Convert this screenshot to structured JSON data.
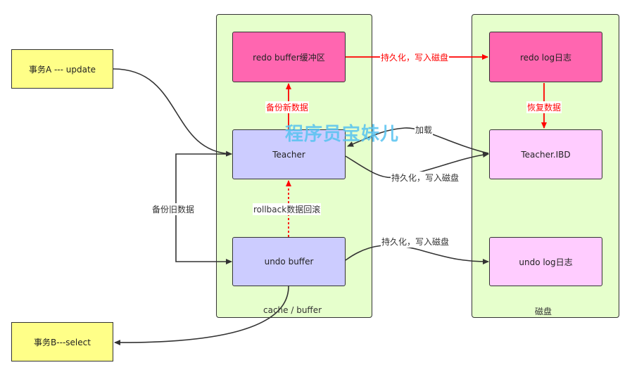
{
  "nodes": {
    "trx_a": "事务A --- update",
    "trx_b": "事务B---select",
    "redo_buffer": "redo buffer缓冲区",
    "teacher": "Teacher",
    "undo_buffer": "undo buffer",
    "redo_log": "redo log日志",
    "teacher_ibd": "Teacher.IBD",
    "undo_log": "undo log日志"
  },
  "containers": {
    "cache": "cache / buffer",
    "disk": "磁盘"
  },
  "edge_labels": {
    "persist_redo": "持久化，写入磁盘",
    "backup_new": "备份新数据",
    "recover": "恢复数据",
    "load": "加载",
    "persist_teacher": "持久化，写入磁盘",
    "backup_old": "备份旧数据",
    "rollback": "rollback数据回滚",
    "persist_undo": "持久化，写入磁盘"
  },
  "watermark": "程序员宝妹儿",
  "colors": {
    "container": "#e6ffcc",
    "yellow": "#ffff88",
    "pink": "#ff66b0",
    "lilac": "#ccccff",
    "light_pink": "#ffccff",
    "red_arrow": "#ff0000",
    "dark_arrow": "#333333",
    "watermark": "#56c3f0"
  }
}
